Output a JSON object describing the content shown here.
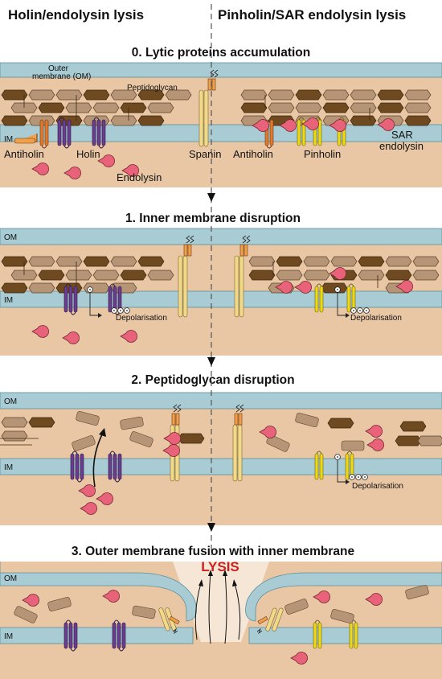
{
  "headers": {
    "left": "Holin/endolysin lysis",
    "right": "Pinholin/SAR endolysin lysis"
  },
  "sections": [
    {
      "title": "0. Lytic proteins accumulation"
    },
    {
      "title": "1. Inner membrane disruption"
    },
    {
      "title": "2. Peptidoglycan disruption"
    },
    {
      "title": "3. Outer membrane fusion with inner membrane"
    }
  ],
  "labels": {
    "outer_membrane_line1": "Outer",
    "outer_membrane_line2": "membrane (OM)",
    "om": "OM",
    "im": "IM",
    "peptidoglycan": "Peptidoglycan",
    "antiholin": "Antiholin",
    "holin": "Holin",
    "endolysin": "Endolysin",
    "spanin": "Spanin",
    "pinholin": "Pinholin",
    "sar_line1": "SAR",
    "sar_line2": "endolysin",
    "depolarisation": "Depolarisation",
    "lysis": "LYSIS"
  },
  "colors": {
    "membrane": "#a9ccd4",
    "periplasm": "#e9c7a5",
    "cytoplasm": "#e6bf9c",
    "pg_dark": "#6f4a20",
    "pg_light": "#b59575",
    "holin": "#6a3d8f",
    "antiholin": "#e07a2e",
    "pinholin": "#ecd81a",
    "spanin": "#f2d98a",
    "endolysin": "#e8637a",
    "lysis_text": "#cc1f1f"
  }
}
